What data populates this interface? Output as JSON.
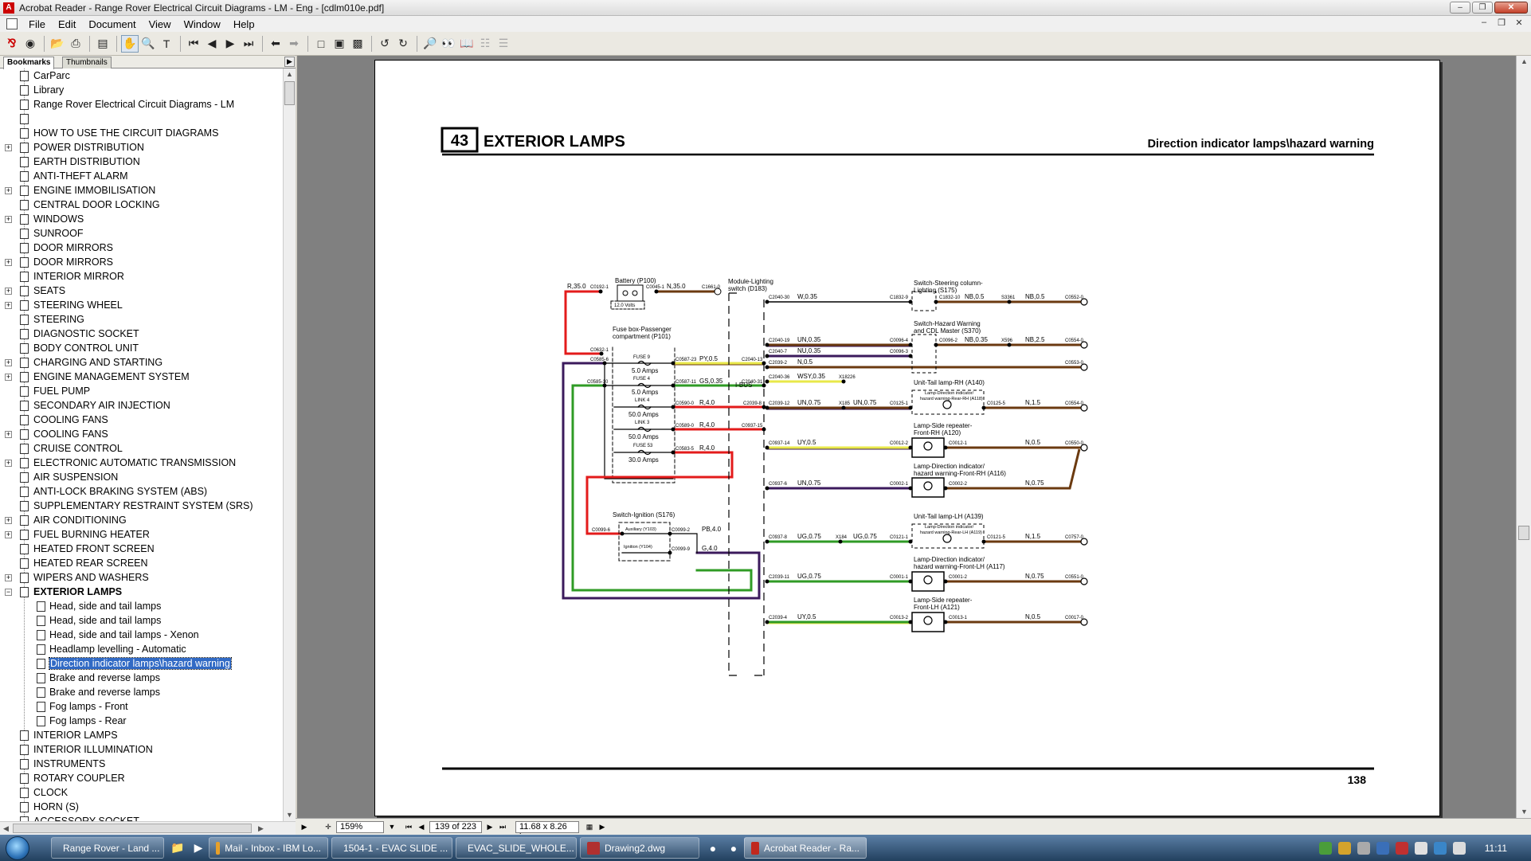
{
  "window": {
    "title": "Acrobat Reader - Range Rover Electrical Circuit Diagrams - LM - Eng - [cdlm010e.pdf]"
  },
  "menu": [
    "File",
    "Edit",
    "Document",
    "View",
    "Window",
    "Help"
  ],
  "nav_tabs": [
    "Bookmarks",
    "Thumbnails"
  ],
  "bookmarks": [
    {
      "label": "CarParc",
      "indent": 0,
      "expandable": false
    },
    {
      "label": "Library",
      "indent": 0,
      "expandable": false
    },
    {
      "label": "Range Rover Electrical Circuit Diagrams - LM",
      "indent": 0,
      "expandable": false
    },
    {
      "label": "",
      "indent": 0,
      "expandable": false
    },
    {
      "label": "HOW TO USE THE CIRCUIT DIAGRAMS",
      "indent": 0,
      "expandable": false
    },
    {
      "label": "POWER DISTRIBUTION",
      "indent": 0,
      "expandable": true
    },
    {
      "label": "EARTH DISTRIBUTION",
      "indent": 0,
      "expandable": false
    },
    {
      "label": "ANTI-THEFT ALARM",
      "indent": 0,
      "expandable": false
    },
    {
      "label": "ENGINE IMMOBILISATION",
      "indent": 0,
      "expandable": true
    },
    {
      "label": "CENTRAL DOOR LOCKING",
      "indent": 0,
      "expandable": false
    },
    {
      "label": "WINDOWS",
      "indent": 0,
      "expandable": true
    },
    {
      "label": "SUNROOF",
      "indent": 0,
      "expandable": false
    },
    {
      "label": "DOOR MIRRORS",
      "indent": 0,
      "expandable": false
    },
    {
      "label": "DOOR MIRRORS",
      "indent": 0,
      "expandable": true
    },
    {
      "label": "INTERIOR MIRROR",
      "indent": 0,
      "expandable": false
    },
    {
      "label": "SEATS",
      "indent": 0,
      "expandable": true
    },
    {
      "label": "STEERING WHEEL",
      "indent": 0,
      "expandable": true
    },
    {
      "label": "STEERING",
      "indent": 0,
      "expandable": false
    },
    {
      "label": "DIAGNOSTIC SOCKET",
      "indent": 0,
      "expandable": false
    },
    {
      "label": "BODY CONTROL UNIT",
      "indent": 0,
      "expandable": false
    },
    {
      "label": "CHARGING AND STARTING",
      "indent": 0,
      "expandable": true
    },
    {
      "label": "ENGINE MANAGEMENT SYSTEM",
      "indent": 0,
      "expandable": true
    },
    {
      "label": "FUEL PUMP",
      "indent": 0,
      "expandable": false
    },
    {
      "label": "SECONDARY AIR INJECTION",
      "indent": 0,
      "expandable": false
    },
    {
      "label": "COOLING FANS",
      "indent": 0,
      "expandable": false
    },
    {
      "label": "COOLING FANS",
      "indent": 0,
      "expandable": true
    },
    {
      "label": "CRUISE CONTROL",
      "indent": 0,
      "expandable": false
    },
    {
      "label": "ELECTRONIC AUTOMATIC TRANSMISSION",
      "indent": 0,
      "expandable": true
    },
    {
      "label": "AIR SUSPENSION",
      "indent": 0,
      "expandable": false
    },
    {
      "label": "ANTI-LOCK BRAKING SYSTEM (ABS)",
      "indent": 0,
      "expandable": false
    },
    {
      "label": "SUPPLEMENTARY RESTRAINT SYSTEM (SRS)",
      "indent": 0,
      "expandable": false
    },
    {
      "label": "AIR CONDITIONING",
      "indent": 0,
      "expandable": true
    },
    {
      "label": "FUEL BURNING HEATER",
      "indent": 0,
      "expandable": true
    },
    {
      "label": "HEATED FRONT SCREEN",
      "indent": 0,
      "expandable": false
    },
    {
      "label": "HEATED REAR SCREEN",
      "indent": 0,
      "expandable": false
    },
    {
      "label": "WIPERS AND WASHERS",
      "indent": 0,
      "expandable": true
    },
    {
      "label": "EXTERIOR LAMPS",
      "indent": 0,
      "expandable": true,
      "expanded": true,
      "bold": true
    },
    {
      "label": "Head, side and tail lamps",
      "indent": 1,
      "expandable": false
    },
    {
      "label": "Head, side and tail lamps",
      "indent": 1,
      "expandable": false
    },
    {
      "label": "Head, side and tail lamps - Xenon",
      "indent": 1,
      "expandable": false
    },
    {
      "label": "Headlamp levelling - Automatic",
      "indent": 1,
      "expandable": false
    },
    {
      "label": "Direction indicator lamps\\hazard warning",
      "indent": 1,
      "expandable": false,
      "selected": true
    },
    {
      "label": "Brake and reverse lamps",
      "indent": 1,
      "expandable": false
    },
    {
      "label": "Brake and reverse lamps",
      "indent": 1,
      "expandable": false
    },
    {
      "label": "Fog lamps - Front",
      "indent": 1,
      "expandable": false
    },
    {
      "label": "Fog lamps - Rear",
      "indent": 1,
      "expandable": false
    },
    {
      "label": "INTERIOR LAMPS",
      "indent": 0,
      "expandable": false
    },
    {
      "label": "INTERIOR ILLUMINATION",
      "indent": 0,
      "expandable": false
    },
    {
      "label": "INSTRUMENTS",
      "indent": 0,
      "expandable": false
    },
    {
      "label": "ROTARY COUPLER",
      "indent": 0,
      "expandable": false
    },
    {
      "label": "CLOCK",
      "indent": 0,
      "expandable": false
    },
    {
      "label": "HORN (S)",
      "indent": 0,
      "expandable": false
    },
    {
      "label": "ACCESSORY SOCKET",
      "indent": 0,
      "expandable": false
    }
  ],
  "document": {
    "section_number": "43",
    "section_title": "EXTERIOR LAMPS",
    "page_subtitle": "Direction indicator lamps\\hazard warning",
    "page_number": "138"
  },
  "diagram": {
    "left": {
      "battery": "Battery (P100)",
      "battery_volts": "12.0 Volts",
      "wire_r350": "R,35.0",
      "c0192": "C0192-1",
      "c0045": "C0045-1",
      "wire_n350": "N,35.0",
      "c1661": "C1661-0",
      "fusebox": "Fuse box-Passenger",
      "fusebox2": "compartment (P101)",
      "c0632": "C0632-1",
      "c0585_6": "C0585-6",
      "c0585_10": "C0585-10",
      "fuse9": "FUSE 9",
      "fuse9_amps": "5.0 Amps",
      "c0587_23": "C0587-23",
      "wire_py": "PY,0.5",
      "c2040_13": "C2040-13",
      "fuse4": "FUSE 4",
      "fuse4_amps": "5.0 Amps",
      "c0587_11": "C0587-11",
      "wire_gs": "GS,0.35",
      "c2040_31": "C2040-31",
      "link4": "LINK 4",
      "link4_amps": "50.0 Amps",
      "c0590": "C0590-0",
      "wire_r40a": "R,4.0",
      "c2039_8": "C2039-8",
      "link3": "LINK 3",
      "link3_amps": "50.0 Amps",
      "c0589": "C0589-0",
      "wire_r40b": "R,4.0",
      "c0937_15": "C0937-15",
      "fuse53": "FUSE 53",
      "fuse53_amps": "30.0 Amps",
      "c0583": "C0583-5",
      "wire_r40c": "R,4.0",
      "ignition": "Switch-Ignition (S176)",
      "auxiliary": "Auxiliary (Y103)",
      "ign_pos": "Ignition (Y104)",
      "c0099_6": "C0099-6",
      "c0099_2": "C0099-2",
      "wire_pb": "PB,4.0",
      "c0099_9": "C0099-9",
      "wire_g40": "G,4.0"
    },
    "right": {
      "module": "Module-Lighting",
      "module2": "switch (D183)",
      "ibus": "I-BUS",
      "sw_steer": "Switch-Steering column-",
      "sw_steer2": "Lighting (S175)",
      "c2040_30": "C2040-30",
      "wire_w035": "W,0.35",
      "c1832_9": "C1832-9",
      "c1832_10": "C1832-10",
      "wire_nb05": "NB,0.5",
      "s3361": "S3361",
      "wire_nb05b": "NB,0.5",
      "c0552": "C0552-0",
      "sw_hazard": "Switch-Hazard Warning",
      "sw_hazard2": "and CDL Master (S370)",
      "c2040_19": "C2040-19",
      "wire_un035": "UN,0.35",
      "c0096_4": "C0096-4",
      "c0096_2": "C0096-2",
      "wire_nb035": "NB,0.35",
      "x596": "X596",
      "wire_nb25": "NB,2.5",
      "c0554": "C0554-0",
      "c2040_7": "C2040-7",
      "wire_nu035": "NU,0.35",
      "c0096_3": "C0096-3",
      "c2039_2": "C2039-2",
      "wire_n05": "N,0.5",
      "c0553": "C0553-0",
      "c2040_36": "C2040-36",
      "wire_wsy": "WSY,0.35",
      "x18226": "X18226",
      "tail_rh": "Unit-Tail lamp-RH (A140)",
      "tail_rh_inner": "Lamp-Direction indicator/",
      "tail_rh_inner2": "hazard warning-Rear-RH (A118)",
      "c2039_12": "C2039-12",
      "wire_un075a": "UN,0.75",
      "x185": "X185",
      "wire_un075b": "UN,0.75",
      "c0125_1": "C0125-1",
      "c0125_5": "C0125-5",
      "wire_n15a": "N,1.5",
      "c0554b": "C0554-0",
      "rep_rh": "Lamp-Side repeater-",
      "rep_rh2": "Front-RH (A120)",
      "c0937_14": "C0937-14",
      "wire_uy05a": "UY,0.5",
      "c0012_2": "C0012-2",
      "c0012_1": "C0012-1",
      "wire_n05b": "N,0.5",
      "c0550": "C0550-0",
      "dir_frh": "Lamp-Direction indicator/",
      "dir_frh2": "hazard warning-Front-RH (A116)",
      "c0937_6": "C0937-6",
      "wire_un075c": "UN,0.75",
      "c0002_1": "C0002-1",
      "c0002_2": "C0002-2",
      "wire_n075a": "N,0.75",
      "tail_lh": "Unit-Tail lamp-LH (A139)",
      "tail_lh_inner": "Lamp-Direction indicator/",
      "tail_lh_inner2": "hazard warning-Rear-LH (A119)",
      "c0937_8": "C0937-8",
      "wire_ug075a": "UG,0.75",
      "x184": "X184",
      "wire_ug075b": "UG,0.75",
      "c0121_1": "C0121-1",
      "c0121_5": "C0121-5",
      "wire_n15b": "N,1.5",
      "c0757": "C0757-0",
      "dir_flh": "Lamp-Direction indicator/",
      "dir_flh2": "hazard warning-Front-LH (A117)",
      "c2039_11": "C2039-11",
      "wire_ug075c": "UG,0.75",
      "c0001_1": "C0001-1",
      "c0001_2": "C0001-2",
      "wire_n075b": "N,0.75",
      "c0551": "C0551-0",
      "rep_lh": "Lamp-Side repeater-",
      "rep_lh2": "Front-LH (A121)",
      "c2039_4": "C2039-4",
      "wire_uy05b": "UY,0.5",
      "c0013_2": "C0013-2",
      "c0013_1": "C0013-1",
      "wire_n05c": "N,0.5",
      "c0017": "C0017-0"
    }
  },
  "status_bar": {
    "zoom": "159%",
    "page_indicator": "139 of 223",
    "page_size": "11.68 x 8.26 in"
  },
  "taskbar": {
    "items": [
      {
        "label": "Range Rover - Land ...",
        "color": "#3a86c8",
        "active": false
      },
      {
        "label": "Mail - Inbox - IBM Lo...",
        "color": "#e6a02a",
        "active": false
      },
      {
        "label": "1504-1 - EVAC SLIDE ...",
        "color": "#c0281e",
        "active": false
      },
      {
        "label": "EVAC_SLIDE_WHOLE...",
        "color": "#c0281e",
        "active": false
      },
      {
        "label": "Drawing2.dwg",
        "color": "#b03030",
        "active": false
      },
      {
        "label": "Acrobat Reader - Ra...",
        "color": "#c0281e",
        "active": true
      }
    ],
    "clock": "11:11"
  },
  "colors": {
    "red": "#e31b1b",
    "brown": "#6b3a10",
    "purple": "#3b1a5c",
    "green": "#2f9b25",
    "yellow": "#e8e84a",
    "selection": "#316ac5"
  }
}
